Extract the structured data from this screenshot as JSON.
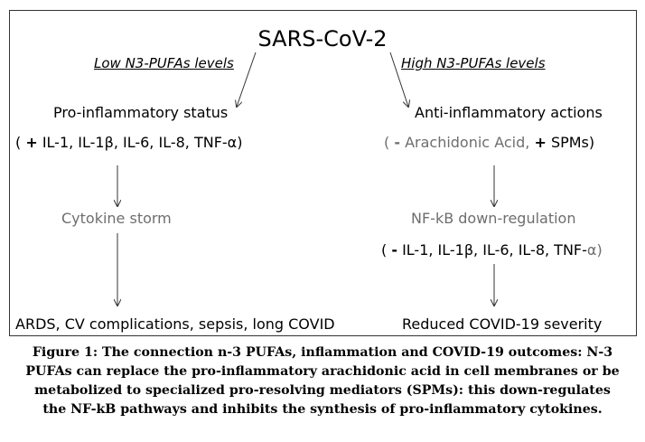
{
  "diagram": {
    "title": "SARS-CoV-2",
    "left": {
      "level_label": "Low N3-PUFAs levels",
      "node1": "Pro-inflammatory status",
      "node1_detail_sign": "+",
      "node1_detail": "IL-1, IL-1β, IL-6, IL-8, TNF-α",
      "node2": "Cytokine storm",
      "node3": "ARDS, CV complications, sepsis, long COVID"
    },
    "right": {
      "level_label": "High N3-PUFAs levels",
      "node1": "Anti-inflammatory actions",
      "node1_detail_minus": "-",
      "node1_detail_text": "Arachidonic Acid,",
      "node1_detail_plus": "+",
      "node1_detail_text2": "SPMs",
      "node2": "NF-kB down-regulation",
      "node2_detail_sign": "-",
      "node2_detail": "IL-1, IL-1β, IL-6, IL-8, TNF-",
      "node2_detail_alpha": "α",
      "node3": "Reduced COVID-19 severity"
    }
  },
  "caption": {
    "line1": "Figure 1: The connection n-3 PUFAs, inflammation and COVID-19 outcomes: N-3",
    "line2": "PUFAs can replace the pro-inflammatory arachidonic acid in cell membranes or be",
    "line3": "metabolized to specialized pro-resolving mediators (SPMs): this down-regulates",
    "line4": "the NF-kB pathways and inhibits the synthesis of pro-inflammatory cytokines."
  }
}
